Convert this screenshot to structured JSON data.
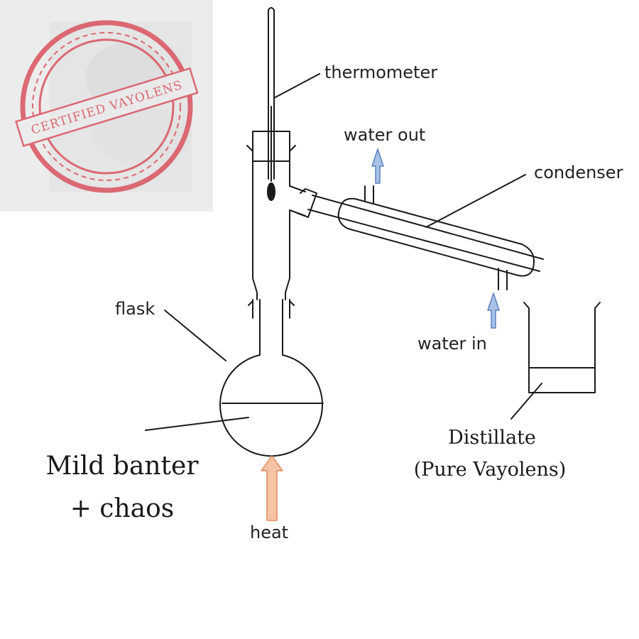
{
  "stamp": {
    "text": "CERTIFIED VAYOLENS",
    "color": "#d9535f",
    "background": "#ececec"
  },
  "labels": {
    "thermometer": "thermometer",
    "water_out": "water out",
    "condenser": "condenser",
    "flask": "flask",
    "water_in": "water in",
    "heat": "heat",
    "contents_line1": "Mild banter",
    "contents_line2": "+ chaos",
    "distillate_line1": "Distillate",
    "distillate_line2": "(Pure Vayolens)"
  },
  "colors": {
    "line": "#1a1a1a",
    "water_arrow_fill": "#a9c3e8",
    "water_arrow_stroke": "#5b7fc0",
    "heat_arrow_fill": "#f6c3a4",
    "heat_arrow_stroke": "#e08a5a"
  }
}
